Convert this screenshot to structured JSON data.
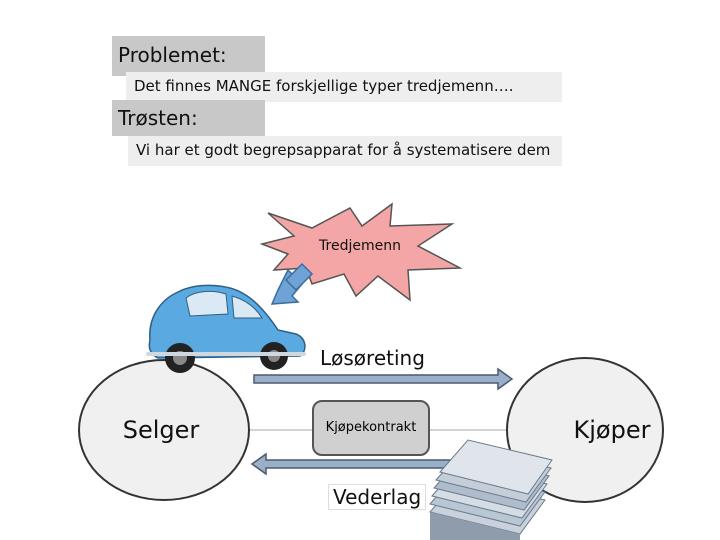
{
  "header": {
    "problem_label": "Problemet:",
    "problem_text": "Det finnes MANGE forskjellige typer tredjemenn….",
    "comfort_label": "Trøsten:",
    "comfort_text": "Vi har et godt begrepsapparat for å systematisere dem"
  },
  "diagram": {
    "seller": "Selger",
    "buyer": "Kjøper",
    "contract": "Kjøpekontrakt",
    "goods_flow": "Løsøreting",
    "payment_flow": "Vederlag",
    "third_party": "Tredjemenn"
  },
  "colors": {
    "car": "#5aa9e0",
    "starburst": "#f4a6a6",
    "callout_arrow": "#6fa3d8",
    "flow_arrow": "#9ab0c8",
    "party_fill": "#f0f0f0",
    "money": "#b9c6d4"
  }
}
